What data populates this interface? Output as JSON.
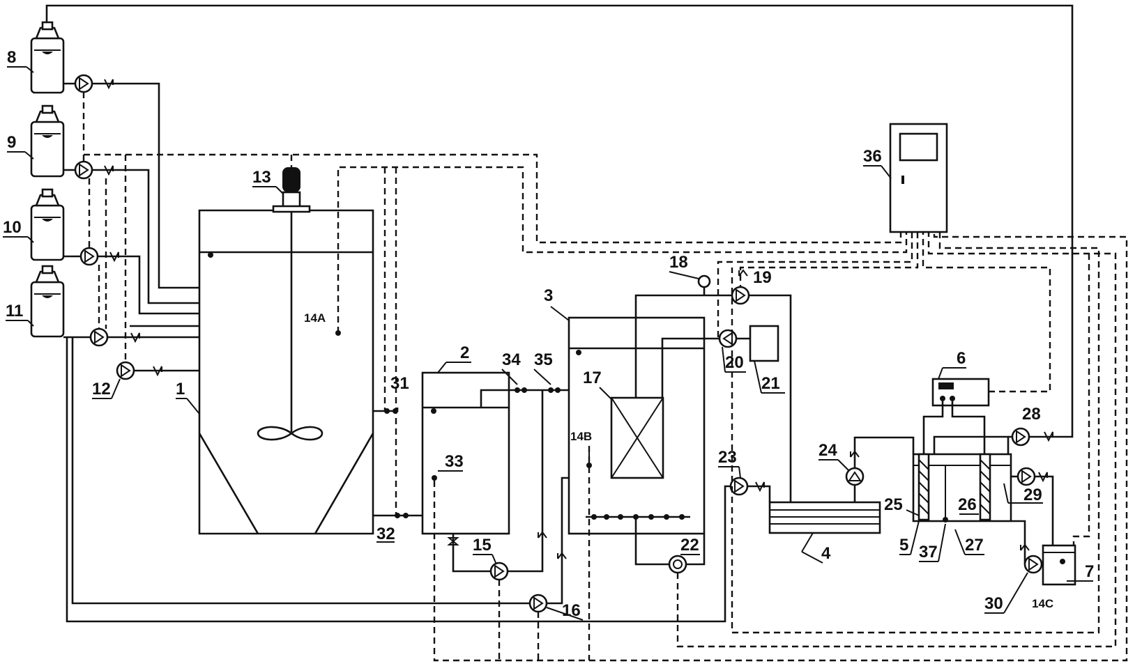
{
  "labels": {
    "n1": "1",
    "n2": "2",
    "n3": "3",
    "n4": "4",
    "n5": "5",
    "n6": "6",
    "n7": "7",
    "n8": "8",
    "n9": "9",
    "n10": "10",
    "n11": "11",
    "n12": "12",
    "n13": "13",
    "n14A": "14A",
    "n14B": "14B",
    "n14C": "14C",
    "n15": "15",
    "n16": "16",
    "n18": "18",
    "n17": "17",
    "n19": "19",
    "n20": "20",
    "n21": "21",
    "n22": "22",
    "n23": "23",
    "n24": "24",
    "n25": "25",
    "n26": "26",
    "n27": "27",
    "n28": "28",
    "n29": "29",
    "n30": "30",
    "n31": "31",
    "n32": "32",
    "n33": "33",
    "n34": "34",
    "n35": "35",
    "n36": "36",
    "n37": "37"
  }
}
